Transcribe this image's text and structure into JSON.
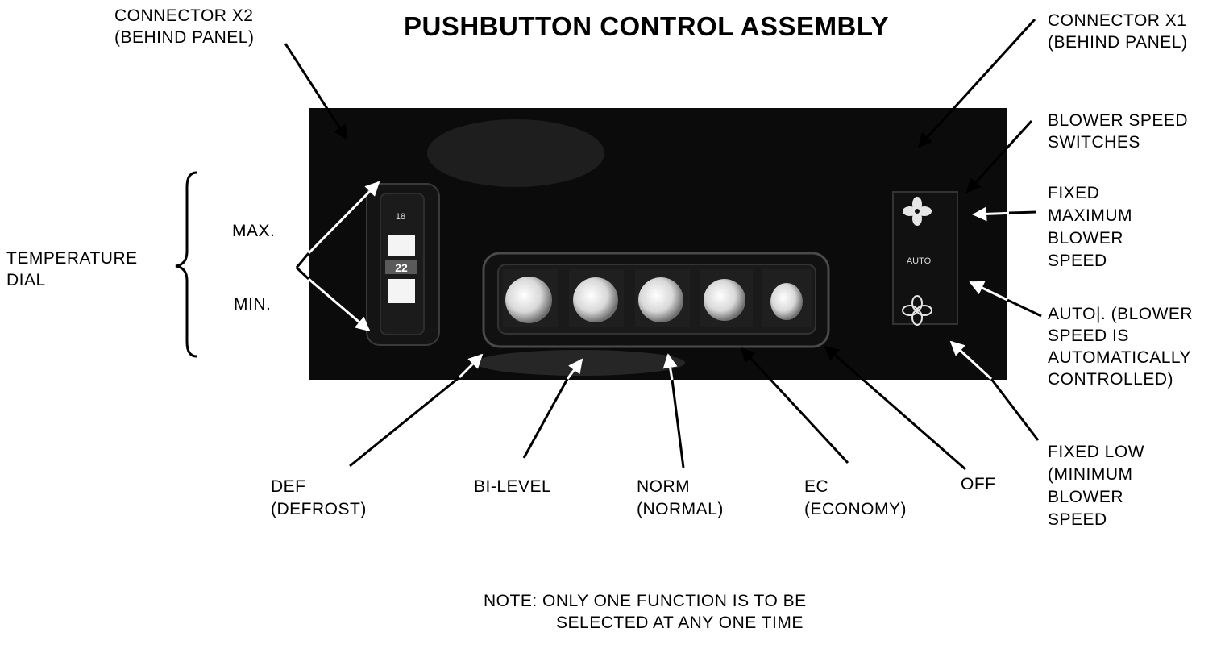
{
  "title": "PUSHBUTTON CONTROL ASSEMBLY",
  "labels": {
    "connector_x2": [
      "CONNECTOR X2",
      "(BEHIND PANEL)"
    ],
    "connector_x1": [
      "CONNECTOR X1",
      "(BEHIND PANEL)"
    ],
    "blower_speed_switches": [
      "BLOWER SPEED",
      "SWITCHES"
    ],
    "fixed_maximum": [
      "FIXED",
      "MAXIMUM",
      "BLOWER",
      "SPEED"
    ],
    "auto": [
      "AUTO|. (BLOWER",
      "SPEED IS",
      "AUTOMATICALLY",
      "CONTROLLED)"
    ],
    "fixed_low": [
      "FIXED LOW",
      "(MINIMUM",
      "BLOWER",
      "SPEED"
    ],
    "temperature_dial": [
      "TEMPERATURE",
      "DIAL"
    ],
    "max": "MAX.",
    "min": "MIN.",
    "def": [
      "DEF",
      "(DEFROST)"
    ],
    "bi_level": "BI-LEVEL",
    "norm": [
      "NORM",
      "(NORMAL)"
    ],
    "ec": [
      "EC",
      "(ECONOMY)"
    ],
    "off": "OFF"
  },
  "panel": {
    "dial_top": "18",
    "dial_value": "22",
    "auto_switch": "AUTO"
  },
  "note": [
    "NOTE:  ONLY ONE FUNCTION IS TO BE",
    "SELECTED AT ANY ONE TIME"
  ],
  "colors": {
    "panel": "#0b0b0b",
    "ink": "#000000",
    "background": "#ffffff"
  },
  "icons": [
    "fan-icon",
    "fan-outline-icon",
    "defrost-button-icon",
    "bi-level-button-icon",
    "normal-button-icon",
    "economy-button-icon",
    "off-button-icon"
  ]
}
